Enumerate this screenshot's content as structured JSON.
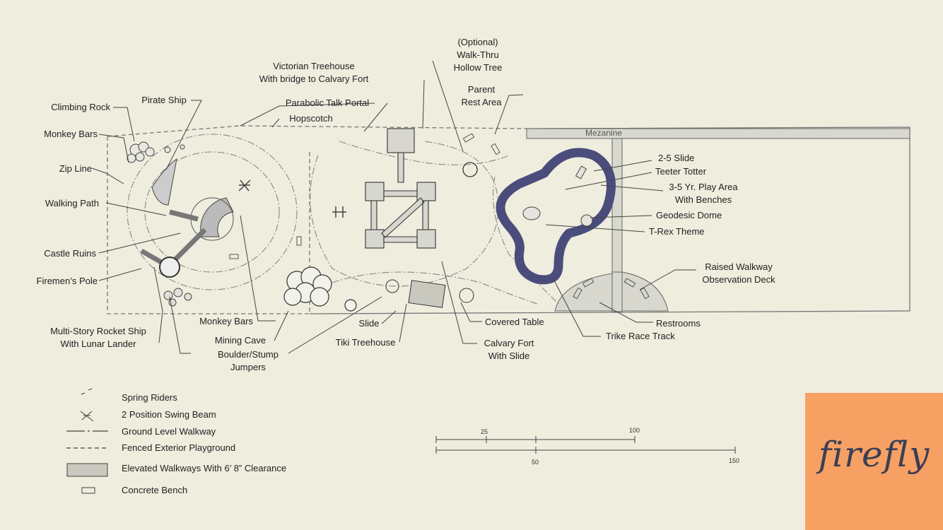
{
  "labels": {
    "climbing_rock": "Climbing Rock",
    "monkey_bars_top": "Monkey Bars",
    "zip_line": "Zip Line",
    "walking_path": "Walking Path",
    "castle_ruins": "Castle Ruins",
    "firemens_pole": "Firemen’s Pole",
    "rocket_ship": "Multi-Story Rocket Ship\nWith Lunar Lander",
    "pirate_ship": "Pirate Ship",
    "victorian_treehouse": "Victorian Treehouse\nWith bridge to Calvary Fort",
    "parabolic_talk_portal": "Parabolic Talk Portal",
    "hopscotch": "Hopscotch",
    "walk_thru_tree": "(Optional)\nWalk-Thru\nHollow Tree",
    "parent_rest_area": "Parent\nRest Area",
    "mezzanine": "Mezanine",
    "slide_2_5": "2-5 Slide",
    "teeter_totter": "Teeter Totter",
    "play_area_3_5": "3-5 Yr. Play Area\nWith Benches",
    "geodesic_dome": "Geodesic Dome",
    "t_rex_theme": "T-Rex Theme",
    "raised_walkway": "Raised Walkway\nObservation Deck",
    "restrooms": "Restrooms",
    "trike_race_track": "Trike Race Track",
    "covered_table": "Covered Table",
    "calvary_fort": "Calvary Fort\nWith Slide",
    "tiki_treehouse": "Tiki Treehouse",
    "slide": "Slide",
    "monkey_bars_bottom": "Monkey Bars",
    "mining_cave": "Mining Cave",
    "boulder_stump": "Boulder/Stump\nJumpers"
  },
  "legend": [
    {
      "symbol": "spring-riders",
      "label": "Spring Riders"
    },
    {
      "symbol": "swing-beam",
      "label": "2 Position Swing Beam"
    },
    {
      "symbol": "ground-walkway",
      "label": "Ground Level Walkway"
    },
    {
      "symbol": "fenced-playground",
      "label": "Fenced Exterior Playground"
    },
    {
      "symbol": "elevated-walkway",
      "label": "Elevated Walkways With 6’ 8” Clearance"
    },
    {
      "symbol": "concrete-bench",
      "label": "Concrete Bench"
    }
  ],
  "scale": {
    "ticks_top": [
      "25",
      "100"
    ],
    "ticks_bottom": [
      "50",
      "150"
    ]
  },
  "brand": {
    "logo_text": "firefly",
    "logo_bg": "#f7a063"
  },
  "colors": {
    "background": "#efedde",
    "track": "#4a4d7c",
    "line": "#333333"
  }
}
